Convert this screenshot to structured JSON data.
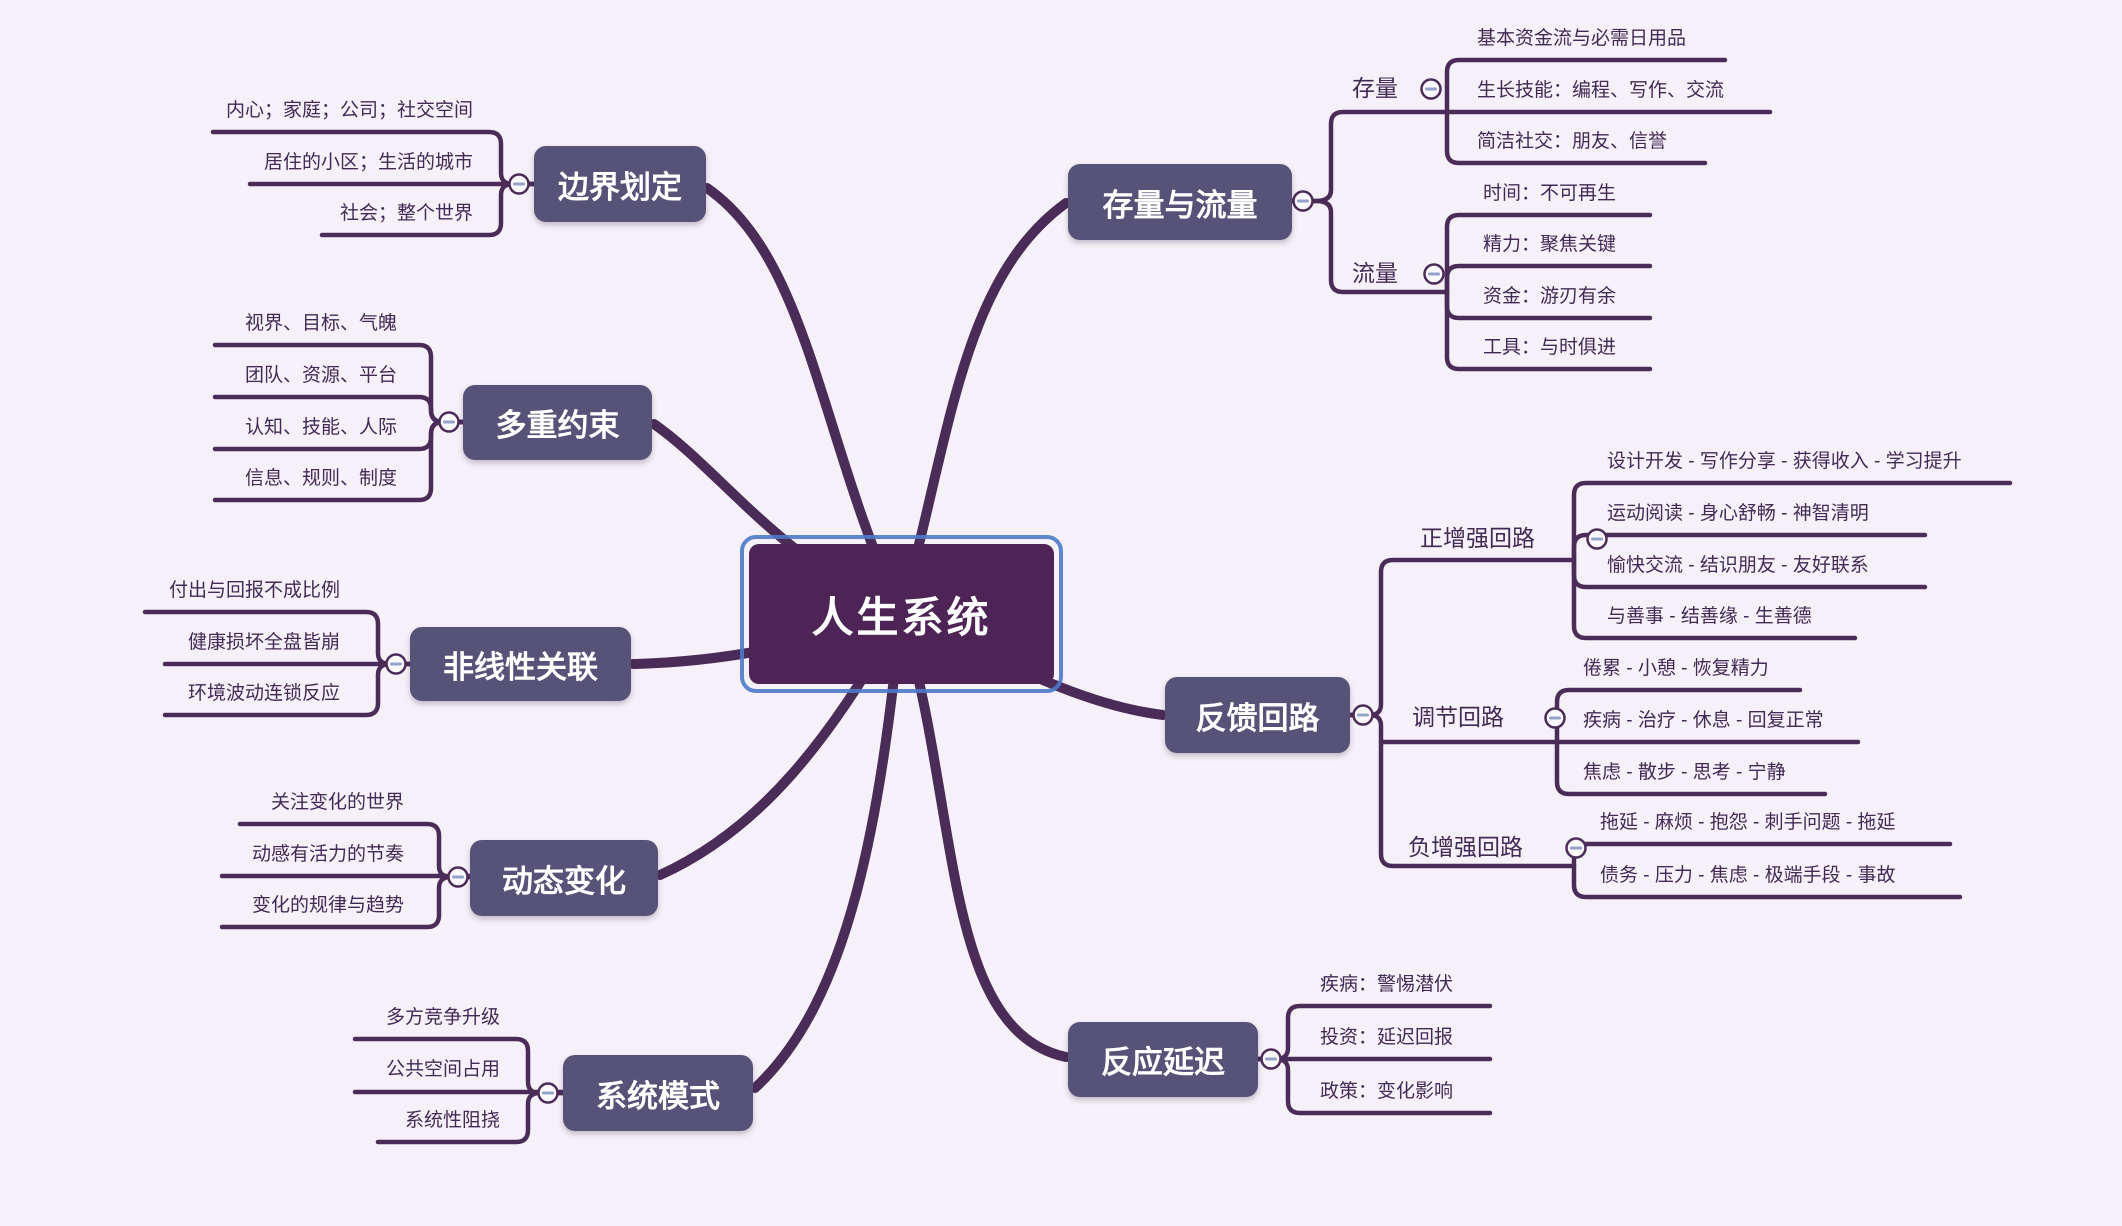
{
  "central": {
    "title": "人生系统"
  },
  "colors": {
    "background": "#f6f1f8",
    "branch_line": "#4b2b57",
    "main_node_fill": "#575277",
    "central_fill": "#4e2355",
    "selection_border": "#4d7ac9",
    "text_dark": "#432a56",
    "collapse_minus": "#93a2cb"
  },
  "icons": {
    "collapse": "minus-circle"
  },
  "branches": {
    "boundary": {
      "label": "边界划定",
      "children": [
        "内心；家庭；公司；社交空间",
        "居住的小区；生活的城市",
        "社会；整个世界"
      ]
    },
    "constraints": {
      "label": "多重约束",
      "children": [
        "视界、目标、气魄",
        "团队、资源、平台",
        "认知、技能、人际",
        "信息、规则、制度"
      ]
    },
    "nonlinear": {
      "label": "非线性关联",
      "children": [
        "付出与回报不成比例",
        "健康损坏全盘皆崩",
        "环境波动连锁反应"
      ]
    },
    "dynamic": {
      "label": "动态变化",
      "children": [
        "关注变化的世界",
        "动感有活力的节奏",
        "变化的规律与趋势"
      ]
    },
    "pattern": {
      "label": "系统模式",
      "children": [
        "多方竞争升级",
        "公共空间占用",
        "系统性阻挠"
      ]
    },
    "stockflow": {
      "label": "存量与流量",
      "groups": [
        {
          "label": "存量",
          "children": [
            "基本资金流与必需日用品",
            "生长技能：编程、写作、交流",
            "简洁社交：朋友、信誉"
          ]
        },
        {
          "label": "流量",
          "children": [
            "时间：不可再生",
            "精力：聚焦关键",
            "资金：游刃有余",
            "工具：与时俱进"
          ]
        }
      ]
    },
    "feedback": {
      "label": "反馈回路",
      "groups": [
        {
          "label": "正增强回路",
          "children": [
            "设计开发 - 写作分享 - 获得收入 - 学习提升",
            "运动阅读 - 身心舒畅 - 神智清明",
            "愉快交流 - 结识朋友 - 友好联系",
            "与善事 - 结善缘 - 生善德"
          ]
        },
        {
          "label": "调节回路",
          "children": [
            "倦累 - 小憩 - 恢复精力",
            "疾病 - 治疗 - 休息 - 回复正常",
            "焦虑 - 散步 - 思考 - 宁静"
          ]
        },
        {
          "label": "负增强回路",
          "children": [
            "拖延 - 麻烦 - 抱怨 - 刺手问题 - 拖延",
            "债务 - 压力 - 焦虑 - 极端手段 - 事故"
          ]
        }
      ]
    },
    "delay": {
      "label": "反应延迟",
      "children": [
        "疾病：警惕潜伏",
        "投资：延迟回报",
        "政策：变化影响"
      ]
    }
  }
}
